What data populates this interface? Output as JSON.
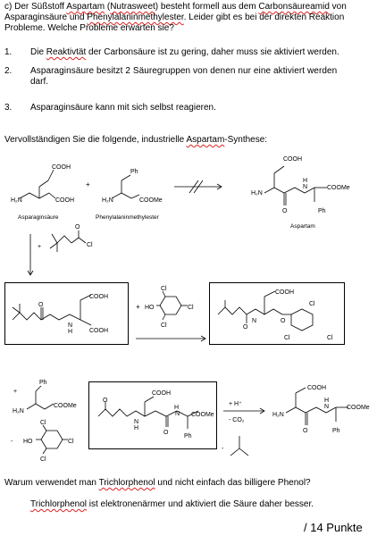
{
  "intro": {
    "part1": "c) Der Süßstoff ",
    "aspartam": "Aspartam",
    "part2": " (",
    "nutrasweet": "Nutrasweet",
    "part3": ") besteht formell aus dem ",
    "carbonsaeureamid": "Carbonsäureamid",
    "part4": " von",
    "line2a": "Asparaginsäure und ",
    "phenylalaninmethylester": "Phenylalaninmethylester",
    "line2b": ". Leider gibt es bei der direkten Reaktion",
    "line3": "Probleme. Welche Probleme erwarten sie?"
  },
  "problems": [
    {
      "num": "1.",
      "pre": "Die ",
      "squig": "Reaktivtät",
      "post": " der Carbonsäure ist zu gering, daher muss sie aktiviert werden."
    },
    {
      "num": "2.",
      "line1": "Asparaginsäure besitzt 2 Säuregruppen von denen nur eine aktiviert werden",
      "line2": "darf."
    },
    {
      "num": "3.",
      "text": "Asparaginsäure kann mit sich selbst reagieren."
    }
  ],
  "synthesis": {
    "pre": "Vervollständigen Sie die folgende, industrielle ",
    "squig": "Aspartam",
    "post": "-Synthese:"
  },
  "labels": {
    "cooh": "COOH",
    "h2n": "H₂N",
    "ph": "Ph",
    "coome": "COOMe",
    "cooMe_spaced": "COOMe",
    "asparaginsaeure": "Asparaginsäure",
    "phenylalaninmethylester": "Phenylalaninmethylester",
    "aspartam": "Aspartam",
    "plus": "+",
    "cl": "Cl",
    "ho": "HO",
    "o": "O",
    "n": "N",
    "h": "H",
    "hplus": "+ H⁺",
    "co2": "- CO₂",
    "minus": "-"
  },
  "question": {
    "pre": "Warum verwendet man ",
    "squig1": "Trichlorphenol",
    "post": " und nicht einfach das billigere Phenol?"
  },
  "answer": {
    "squig": "Trichlorphenol",
    "post": " ist elektronenärmer und aktiviert die Säure daher besser."
  },
  "points": "/ 14 Punkte"
}
